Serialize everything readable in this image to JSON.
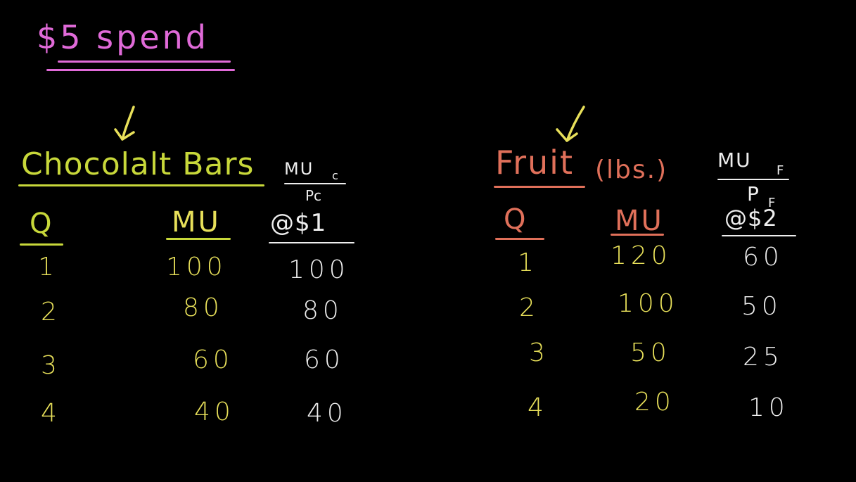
{
  "budget": {
    "title": "$5 spend"
  },
  "chocolate": {
    "title": "Chocolalt Bars",
    "col_q": "Q",
    "col_mu": "MU",
    "ratio_num": "MU",
    "ratio_num_sub": "c",
    "ratio_den": "Pc",
    "price": "@$1",
    "rows": [
      {
        "q": "1",
        "mu": "100",
        "ratio": "100"
      },
      {
        "q": "2",
        "mu": "80",
        "ratio": "80"
      },
      {
        "q": "3",
        "mu": "60",
        "ratio": "60"
      },
      {
        "q": "4",
        "mu": "40",
        "ratio": "40"
      }
    ]
  },
  "fruit": {
    "title": "Fruit",
    "unit": "(lbs.)",
    "col_q": "Q",
    "col_mu": "MU",
    "ratio_num": "MU",
    "ratio_num_sub": "F",
    "ratio_den": "P",
    "ratio_den_sub": "F",
    "price": "@$2",
    "rows": [
      {
        "q": "1",
        "mu": "120",
        "ratio": "60"
      },
      {
        "q": "2",
        "mu": "100",
        "ratio": "50"
      },
      {
        "q": "3",
        "mu": "50",
        "ratio": "25"
      },
      {
        "q": "4",
        "mu": "20",
        "ratio": "10"
      }
    ]
  },
  "colors": {
    "background": "#000000",
    "pink": "#e06ad8",
    "lime": "#c8d83a",
    "salmon": "#e0705a",
    "white": "#eeeeee",
    "yellow": "#e8e05a"
  }
}
